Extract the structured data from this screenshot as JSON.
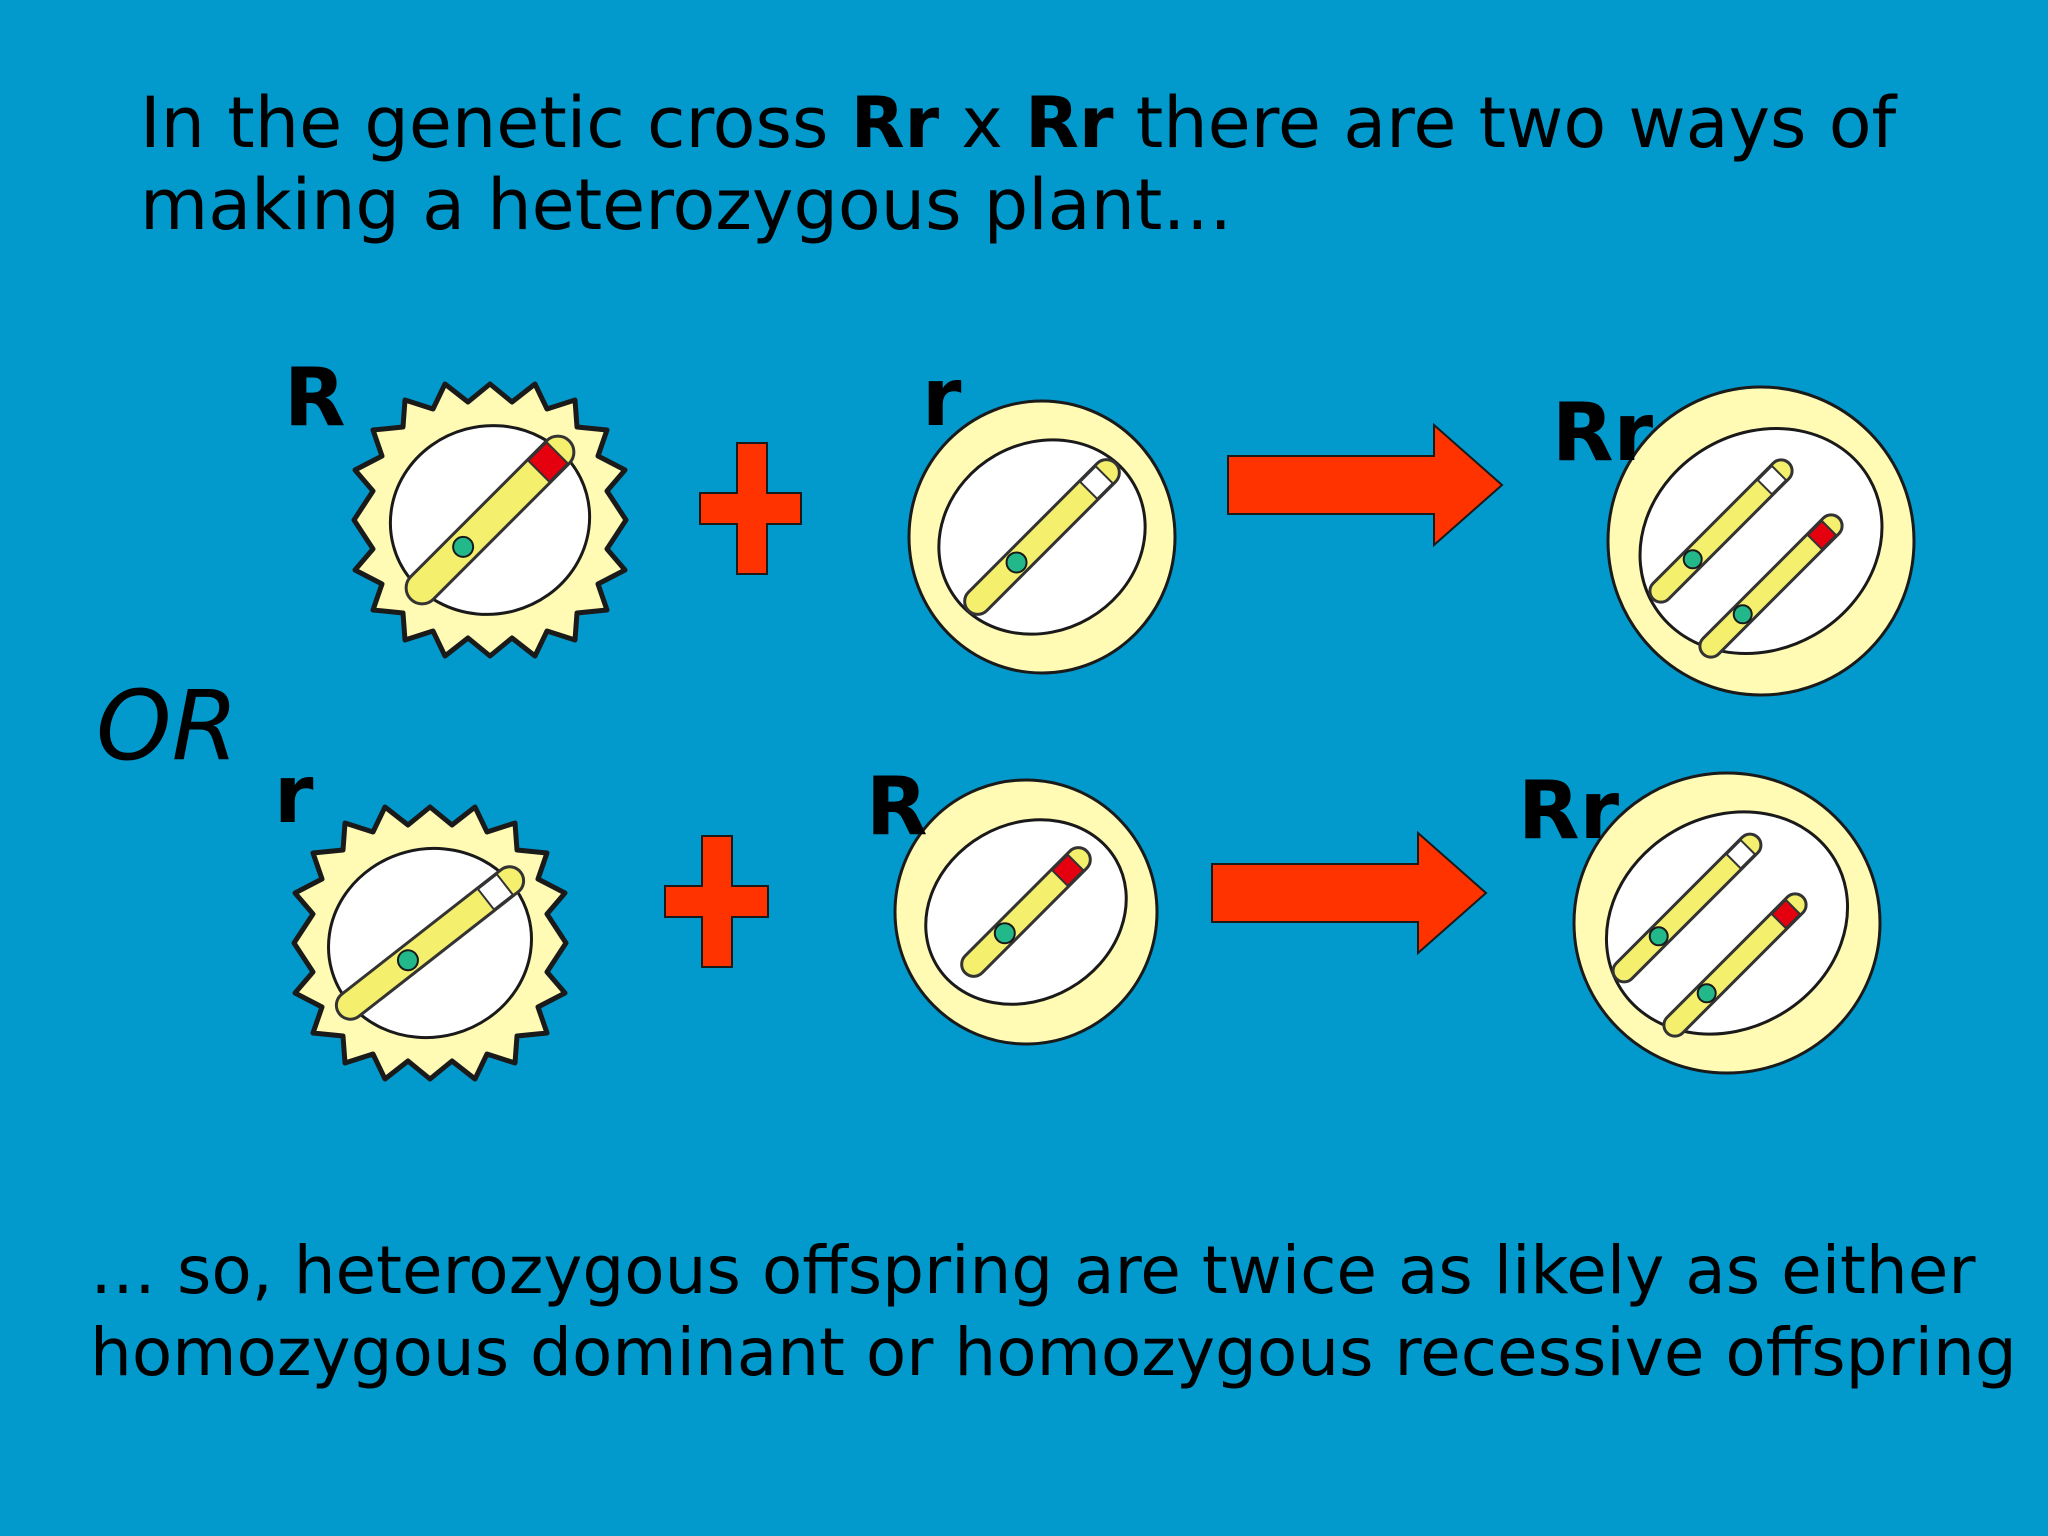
{
  "intro": {
    "part1": "In the genetic cross ",
    "cross_left": "Rr",
    "times": " x ",
    "cross_right": "Rr",
    "part2": " there are two ways of making a heterozygous plant…"
  },
  "or_label": "OR",
  "rows": [
    {
      "pollen_label": "R",
      "ovule_label": "r",
      "offspring_label": "Rr"
    },
    {
      "pollen_label": "r",
      "ovule_label": "R",
      "offspring_label": "Rr"
    }
  ],
  "conclusion": "… so, heterozygous offspring are twice as likely as either homozygous dominant or homozygous recessive offspring",
  "colors": {
    "background": "#0299cc",
    "cell_fill": "#fffab4",
    "chromosome": "#f5ef6e",
    "centromere": "#22b88a",
    "dominant_band": "#e4000e",
    "recessive_band": "#ffffff",
    "operator": "#ff3300"
  }
}
